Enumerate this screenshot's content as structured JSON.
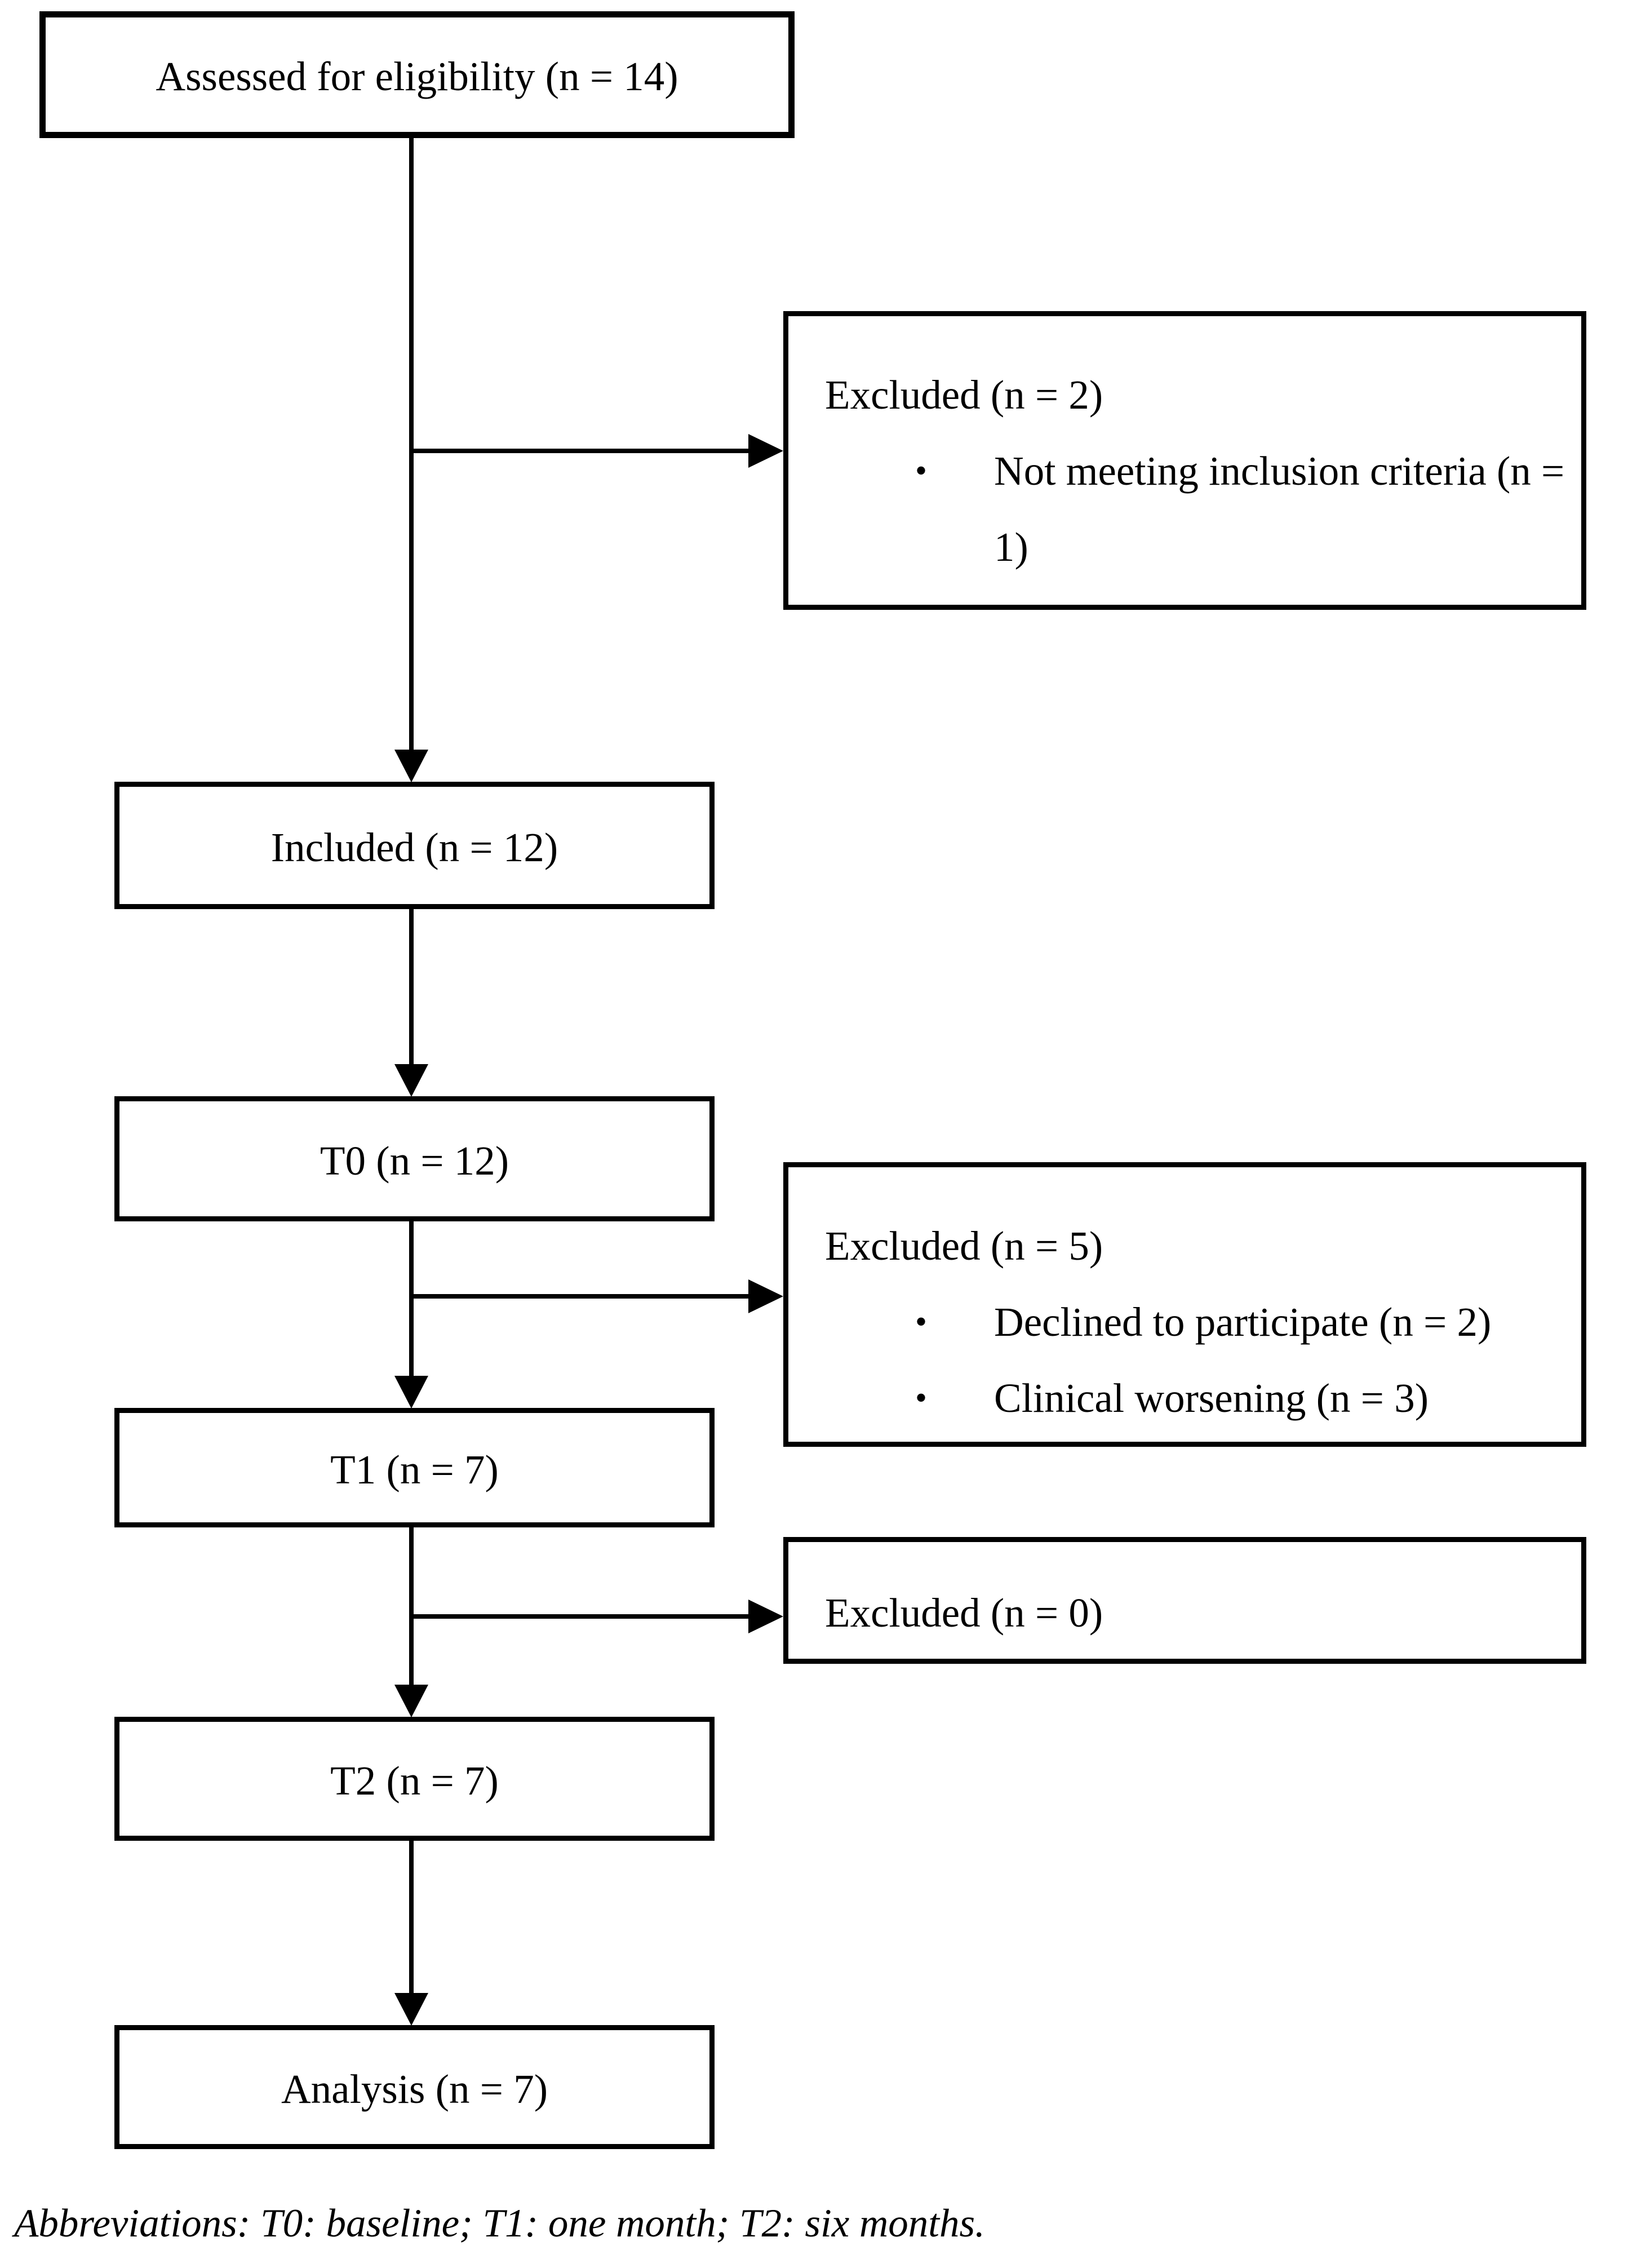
{
  "diagram": {
    "title_implied": "Participant flow diagram",
    "bullet_char": "•",
    "colors": {
      "line": "#000000",
      "box_background": "#ffffff",
      "text": "#000000",
      "page_background": "#ffffff"
    },
    "nodes": {
      "assessed": {
        "label": "Assessed for eligibility (n = 14)"
      },
      "excluded_n2": {
        "title": "Excluded (n = 2)",
        "bullets": [
          "Not meeting inclusion criteria (n = 1)"
        ]
      },
      "included": {
        "label": "Included (n = 12)"
      },
      "t0": {
        "label": "T0 (n = 12)"
      },
      "excluded_n5": {
        "title": "Excluded (n = 5)",
        "bullets": [
          "Declined to participate (n = 2)",
          "Clinical worsening (n = 3)"
        ]
      },
      "t1": {
        "label": "T1 (n = 7)"
      },
      "excluded_n0": {
        "title": "Excluded (n = 0)",
        "bullets": []
      },
      "t2": {
        "label": "T2 (n = 7)"
      },
      "analysis": {
        "label": "Analysis (n = 7)"
      }
    },
    "footnote": "Abbreviations: T0: baseline; T1: one month; T2: six months."
  }
}
